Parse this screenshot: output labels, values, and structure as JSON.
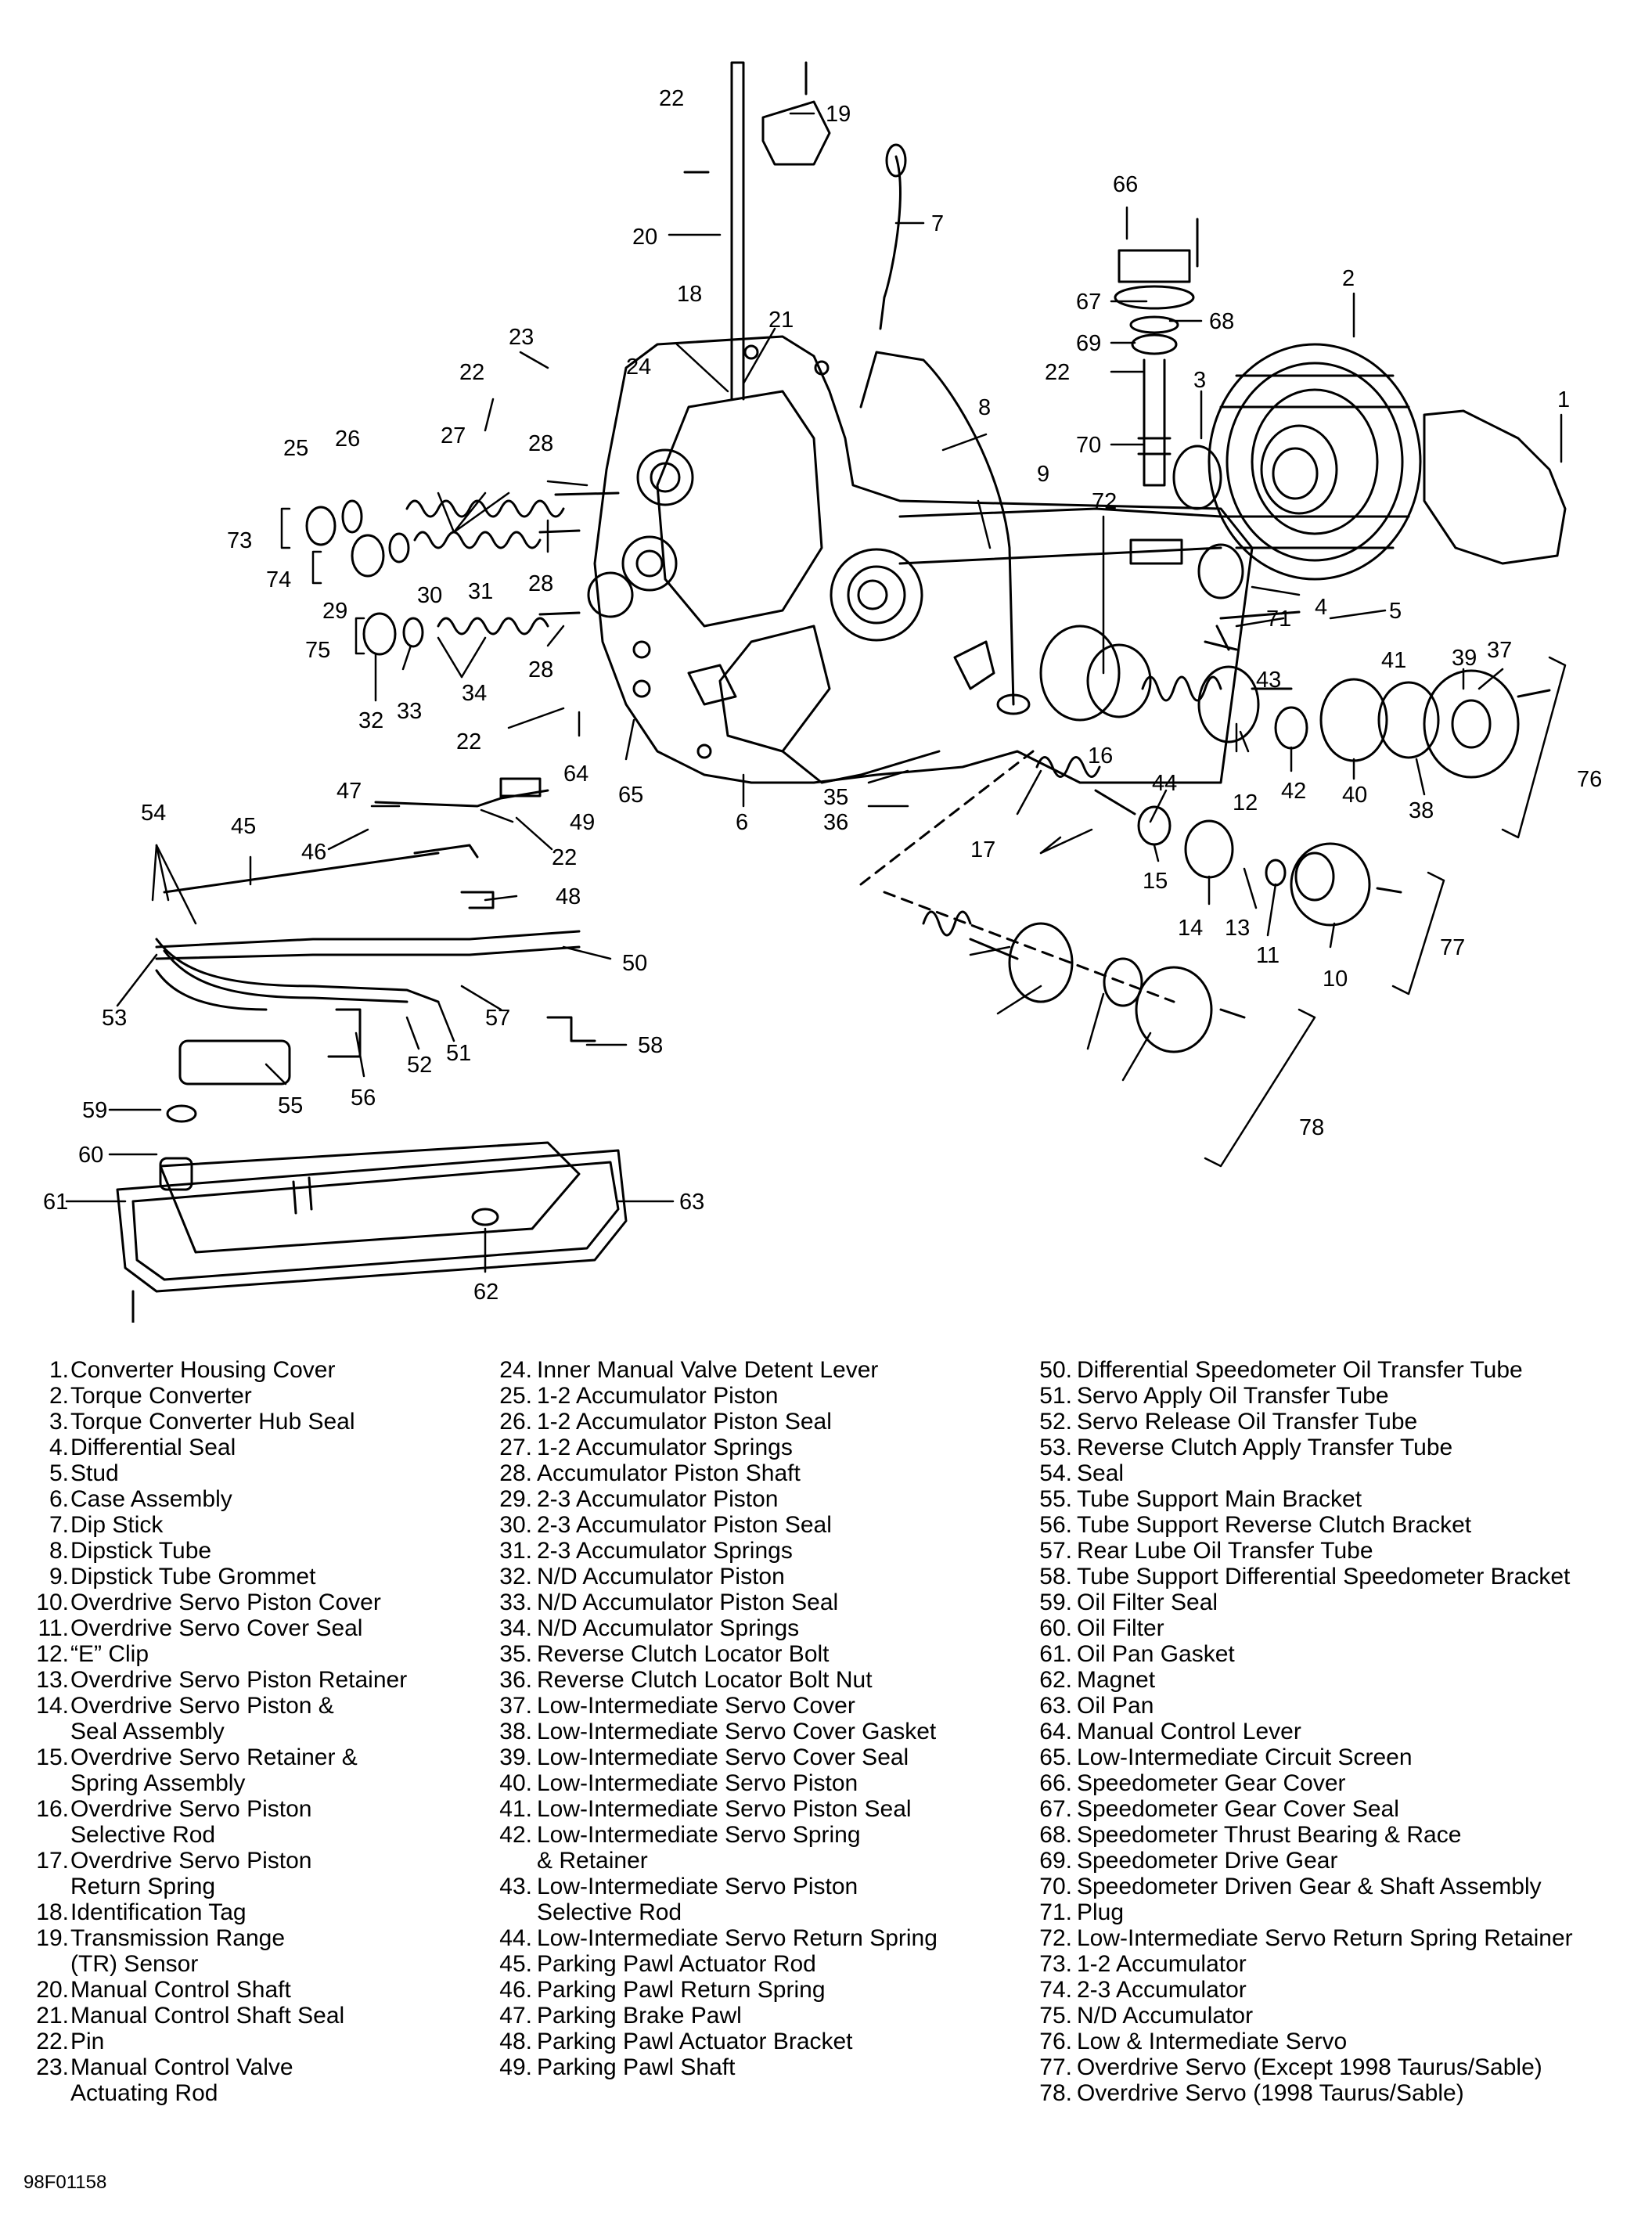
{
  "callout_numbers": [
    "1",
    "2",
    "3",
    "4",
    "5",
    "6",
    "7",
    "8",
    "9",
    "10",
    "11",
    "12",
    "13",
    "14",
    "15",
    "16",
    "17",
    "18",
    "19",
    "20",
    "21",
    "22",
    "23",
    "24",
    "25",
    "26",
    "27",
    "28",
    "29",
    "30",
    "31",
    "32",
    "33",
    "34",
    "35",
    "36",
    "37",
    "38",
    "39",
    "40",
    "41",
    "42",
    "43",
    "44",
    "45",
    "46",
    "47",
    "48",
    "49",
    "50",
    "51",
    "52",
    "53",
    "54",
    "55",
    "56",
    "57",
    "58",
    "59",
    "60",
    "61",
    "62",
    "63",
    "64",
    "65",
    "66",
    "67",
    "68",
    "69",
    "70",
    "71",
    "72",
    "73",
    "74",
    "75",
    "76",
    "77",
    "78"
  ],
  "legend": {
    "column1": [
      {
        "num": "1.",
        "text": "Converter Housing Cover"
      },
      {
        "num": "2.",
        "text": "Torque Converter"
      },
      {
        "num": "3.",
        "text": "Torque Converter Hub Seal"
      },
      {
        "num": "4.",
        "text": "Differential Seal"
      },
      {
        "num": "5.",
        "text": "Stud"
      },
      {
        "num": "6.",
        "text": "Case Assembly"
      },
      {
        "num": "7.",
        "text": "Dip Stick"
      },
      {
        "num": "8.",
        "text": "Dipstick Tube"
      },
      {
        "num": "9.",
        "text": "Dipstick Tube Grommet"
      },
      {
        "num": "10.",
        "text": "Overdrive Servo Piston Cover"
      },
      {
        "num": "11.",
        "text": "Overdrive Servo Cover Seal"
      },
      {
        "num": "12.",
        "text": "“E” Clip"
      },
      {
        "num": "13.",
        "text": "Overdrive Servo Piston Retainer"
      },
      {
        "num": "14.",
        "text": "Overdrive Servo Piston &"
      },
      {
        "num": "",
        "text": "Seal Assembly"
      },
      {
        "num": "15.",
        "text": "Overdrive Servo Retainer &"
      },
      {
        "num": "",
        "text": "Spring Assembly"
      },
      {
        "num": "16.",
        "text": "Overdrive Servo Piston"
      },
      {
        "num": "",
        "text": "Selective Rod"
      },
      {
        "num": "17.",
        "text": "Overdrive Servo Piston"
      },
      {
        "num": "",
        "text": "Return Spring"
      },
      {
        "num": "18.",
        "text": "Identification Tag"
      },
      {
        "num": "19.",
        "text": "Transmission Range"
      },
      {
        "num": "",
        "text": "(TR) Sensor"
      },
      {
        "num": "20.",
        "text": "Manual Control Shaft"
      },
      {
        "num": "21.",
        "text": "Manual Control Shaft Seal"
      },
      {
        "num": "22.",
        "text": "Pin"
      },
      {
        "num": "23.",
        "text": "Manual Control Valve"
      },
      {
        "num": "",
        "text": "Actuating Rod"
      }
    ],
    "column2": [
      {
        "num": "24.",
        "text": "Inner Manual Valve Detent Lever"
      },
      {
        "num": "25.",
        "text": "1-2 Accumulator Piston"
      },
      {
        "num": "26.",
        "text": "1-2 Accumulator Piston Seal"
      },
      {
        "num": "27.",
        "text": "1-2 Accumulator Springs"
      },
      {
        "num": "28.",
        "text": "Accumulator Piston Shaft"
      },
      {
        "num": "29.",
        "text": "2-3 Accumulator Piston"
      },
      {
        "num": "30.",
        "text": "2-3 Accumulator Piston Seal"
      },
      {
        "num": "31.",
        "text": "2-3 Accumulator Springs"
      },
      {
        "num": "32.",
        "text": "N/D Accumulator Piston"
      },
      {
        "num": "33.",
        "text": "N/D Accumulator Piston Seal"
      },
      {
        "num": "34.",
        "text": "N/D Accumulator Springs"
      },
      {
        "num": "35.",
        "text": "Reverse Clutch Locator Bolt"
      },
      {
        "num": "36.",
        "text": "Reverse Clutch Locator Bolt Nut"
      },
      {
        "num": "37.",
        "text": "Low-Intermediate Servo Cover"
      },
      {
        "num": "38.",
        "text": "Low-Intermediate Servo Cover Gasket"
      },
      {
        "num": "39.",
        "text": "Low-Intermediate Servo Cover Seal"
      },
      {
        "num": "40.",
        "text": "Low-Intermediate Servo Piston"
      },
      {
        "num": "41.",
        "text": "Low-Intermediate Servo Piston Seal"
      },
      {
        "num": "42.",
        "text": "Low-Intermediate Servo Spring"
      },
      {
        "num": "",
        "text": "& Retainer"
      },
      {
        "num": "43.",
        "text": "Low-Intermediate Servo Piston"
      },
      {
        "num": "",
        "text": "Selective Rod"
      },
      {
        "num": "44.",
        "text": "Low-Intermediate Servo Return Spring"
      },
      {
        "num": "45.",
        "text": "Parking Pawl Actuator Rod"
      },
      {
        "num": "46.",
        "text": "Parking Pawl Return Spring"
      },
      {
        "num": "47.",
        "text": "Parking Brake Pawl"
      },
      {
        "num": "48.",
        "text": "Parking Pawl Actuator Bracket"
      },
      {
        "num": "49.",
        "text": "Parking Pawl Shaft"
      }
    ],
    "column3": [
      {
        "num": "50.",
        "text": "Differential Speedometer Oil Transfer Tube"
      },
      {
        "num": "51.",
        "text": "Servo Apply Oil Transfer Tube"
      },
      {
        "num": "52.",
        "text": "Servo Release Oil Transfer Tube"
      },
      {
        "num": "53.",
        "text": "Reverse Clutch Apply Transfer Tube"
      },
      {
        "num": "54.",
        "text": "Seal"
      },
      {
        "num": "55.",
        "text": "Tube Support Main Bracket"
      },
      {
        "num": "56.",
        "text": "Tube Support Reverse Clutch Bracket"
      },
      {
        "num": "57.",
        "text": "Rear Lube Oil Transfer Tube"
      },
      {
        "num": "58.",
        "text": "Tube Support Differential Speedometer Bracket"
      },
      {
        "num": "59.",
        "text": "Oil Filter Seal"
      },
      {
        "num": "60.",
        "text": "Oil Filter"
      },
      {
        "num": "61.",
        "text": "Oil Pan Gasket"
      },
      {
        "num": "62.",
        "text": "Magnet"
      },
      {
        "num": "63.",
        "text": "Oil Pan"
      },
      {
        "num": "64.",
        "text": "Manual Control Lever"
      },
      {
        "num": "65.",
        "text": "Low-Intermediate Circuit Screen"
      },
      {
        "num": "66.",
        "text": "Speedometer Gear Cover"
      },
      {
        "num": "67.",
        "text": "Speedometer Gear Cover Seal"
      },
      {
        "num": "68.",
        "text": "Speedometer Thrust Bearing & Race"
      },
      {
        "num": "69.",
        "text": "Speedometer Drive Gear"
      },
      {
        "num": "70.",
        "text": "Speedometer Driven Gear & Shaft Assembly"
      },
      {
        "num": "71.",
        "text": "Plug"
      },
      {
        "num": "72.",
        "text": "Low-Intermediate Servo Return Spring Retainer"
      },
      {
        "num": "73.",
        "text": "1-2 Accumulator"
      },
      {
        "num": "74.",
        "text": "2-3 Accumulator"
      },
      {
        "num": "75.",
        "text": "N/D Accumulator"
      },
      {
        "num": "76.",
        "text": "Low & Intermediate Servo"
      },
      {
        "num": "77.",
        "text": "Overdrive Servo (Except 1998 Taurus/Sable)"
      },
      {
        "num": "78.",
        "text": "Overdrive Servo (1998 Taurus/Sable)"
      }
    ]
  },
  "figure_code": "98F01158"
}
